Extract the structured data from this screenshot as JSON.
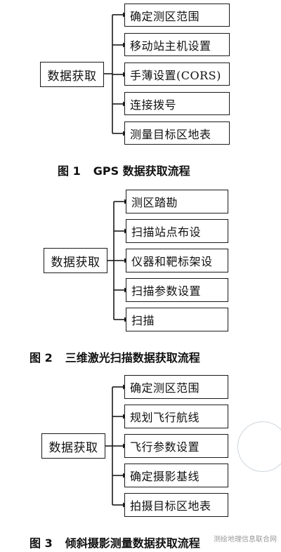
{
  "figures": [
    {
      "source": "数据获取",
      "items": [
        "确定测区范围",
        "移动站主机设置",
        "手薄设置(CORS)",
        "连接拨号",
        "测量目标区地表"
      ],
      "caption_number": "图 1",
      "caption_text": "GPS 数据获取流程"
    },
    {
      "source": "数据获取",
      "items": [
        "测区踏勘",
        "扫描站点布设",
        "仪器和靶标架设",
        "扫描参数设置",
        "扫描"
      ],
      "caption_number": "图 2",
      "caption_text": "三维激光扫描数据获取流程"
    },
    {
      "source": "数据获取",
      "items": [
        "确定测区范围",
        "规划飞行航线",
        "飞行参数设置",
        "确定摄影基线",
        "拍摄目标区地表"
      ],
      "caption_number": "图 3",
      "caption_text": "倾斜摄影测量数据获取流程"
    }
  ],
  "watermark": "测绘地理信息联合网"
}
